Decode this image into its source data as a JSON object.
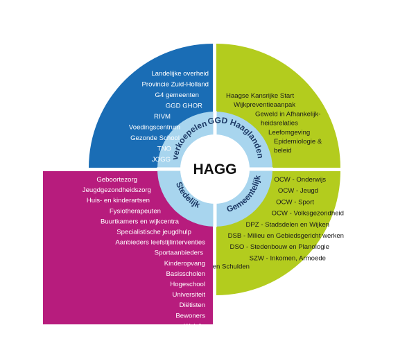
{
  "center_label": "HAGG",
  "colors": {
    "blue": "#1a6db5",
    "green": "#b3cc1e",
    "magenta": "#b71c7d",
    "inner_ring": "#a8d5ee",
    "center": "#ffffff",
    "text_light": "#ffffff",
    "text_dark": "#1a1a1a",
    "ring_text": "#1d3a66"
  },
  "quadrants": [
    {
      "key": "overkoepelend",
      "ring_label": "Overkoepelend",
      "color": "blue",
      "items": [
        "Landelijke overheid",
        "Provincie Zuid-Holland",
        "G4 gemeenten",
        "GGD GHOR",
        "RIVM",
        "Voedingscentrum",
        "Gezonde School",
        "TNO",
        "JOGG"
      ]
    },
    {
      "key": "ggd-haaglanden",
      "ring_label": "GGD Haaglanden",
      "color": "green",
      "items": [
        "Haagse Kansrijke Start",
        "Wijkpreventieaanpak",
        "Geweld in Afhankelijk-",
        "heidsrelaties",
        "Leefomgeving",
        "Epidemiologie &",
        "beleid"
      ]
    },
    {
      "key": "gemeentelijk",
      "ring_label": "Gemeentelijk",
      "color": "green",
      "items": [
        "OCW - Onderwijs",
        "OCW - Jeugd",
        "OCW - Sport",
        "OCW - Volksgezondheid",
        "DPZ - Stadsdelen en Wijken",
        "DSB - Milieu en Gebiedsgericht werken",
        "DSO - Stedenbouw en Planologie",
        "SZW - Inkomen, Armoede",
        "en Schulden"
      ]
    },
    {
      "key": "stedelijk",
      "ring_label": "Stedelijk",
      "color": "magenta",
      "items": [
        "Geboortezorg",
        "Jeugdgezondheidszorg",
        "Huis- en kinderartsen",
        "Fysiotherapeuten",
        "Buurtkamers en wijkcentra",
        "Specialistische jeugdhulp",
        "Aanbieders leefstijlinterventies",
        "Sportaanbieders",
        "Kinderopvang",
        "Basisscholen",
        "Hogeschool",
        "Universiteit",
        "Diëtisten",
        "Bewoners",
        "Welzijn"
      ]
    }
  ]
}
